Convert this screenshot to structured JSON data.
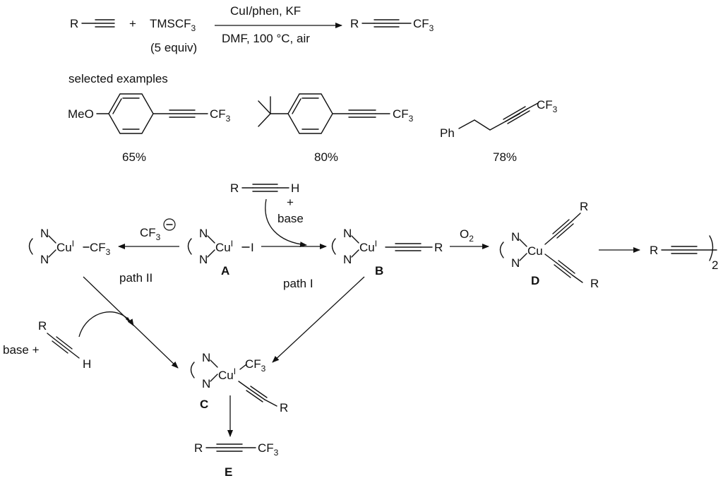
{
  "top": {
    "r_alkyne_R": "R",
    "plus": "+",
    "tmscf3": "TMSCF",
    "sub3": "3",
    "equiv": "(5 equiv)",
    "conditions_top": "CuI/phen, KF",
    "conditions_bottom": "DMF, 100 °C, air",
    "product_R": "R",
    "product_CF": "CF",
    "product_sub": "3"
  },
  "examples": {
    "heading": "selected examples",
    "ex1_meo": "MeO",
    "ex1_cf": "CF",
    "ex1_sub": "3",
    "ex1_yield": "65%",
    "ex2_cf": "CF",
    "ex2_sub": "3",
    "ex2_yield": "80%",
    "ex3_cf": "CF",
    "ex3_sub": "3",
    "ex3_ph": "Ph",
    "ex3_yield": "78%"
  },
  "mechanism": {
    "alkyne_R": "R",
    "alkyne_H": "H",
    "plus": "+",
    "base": "base",
    "cf3_anion": "CF",
    "cf3_sub": "3",
    "minus": "−",
    "N": "N",
    "Cu": "Cu",
    "Cu_ox": "I",
    "iodide": "I",
    "cf3_ligand": "CF",
    "cf3_ligand_sub": "3",
    "label_A": "A",
    "label_B": "B",
    "label_C": "C",
    "label_D": "D",
    "label_E": "E",
    "path_I_text": "path ",
    "path_I_roman": "I",
    "path_II_text": "path ",
    "path_II_roman": "II",
    "O2": "O",
    "O2_sub": "2",
    "R": "R",
    "dimer_sub": "2",
    "base_plus": "base +",
    "H": "H",
    "E_R": "R",
    "E_CF": "CF",
    "E_sub": "3"
  }
}
